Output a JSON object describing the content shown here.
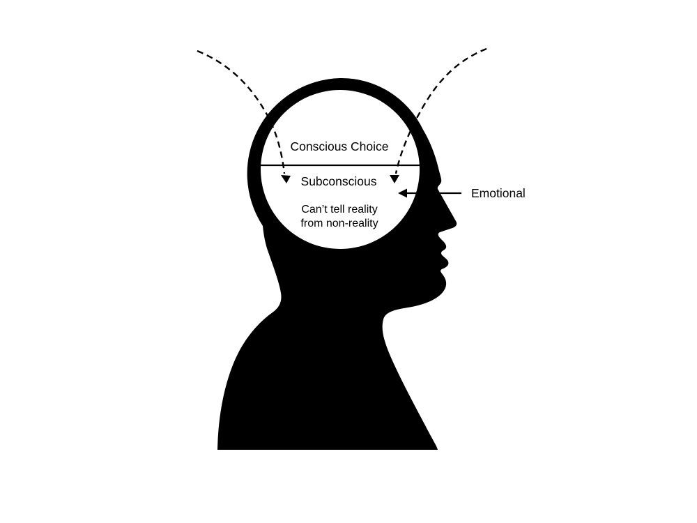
{
  "canvas": {
    "background": "#ffffff",
    "ink": "#000000"
  },
  "diagram": {
    "labels": {
      "conscious_choice": "Conscious Choice",
      "subconscious": "Subconscious",
      "reality_line1": "Can’t tell reality",
      "reality_line2": "from non-reality",
      "emotional": "Emotional"
    }
  }
}
